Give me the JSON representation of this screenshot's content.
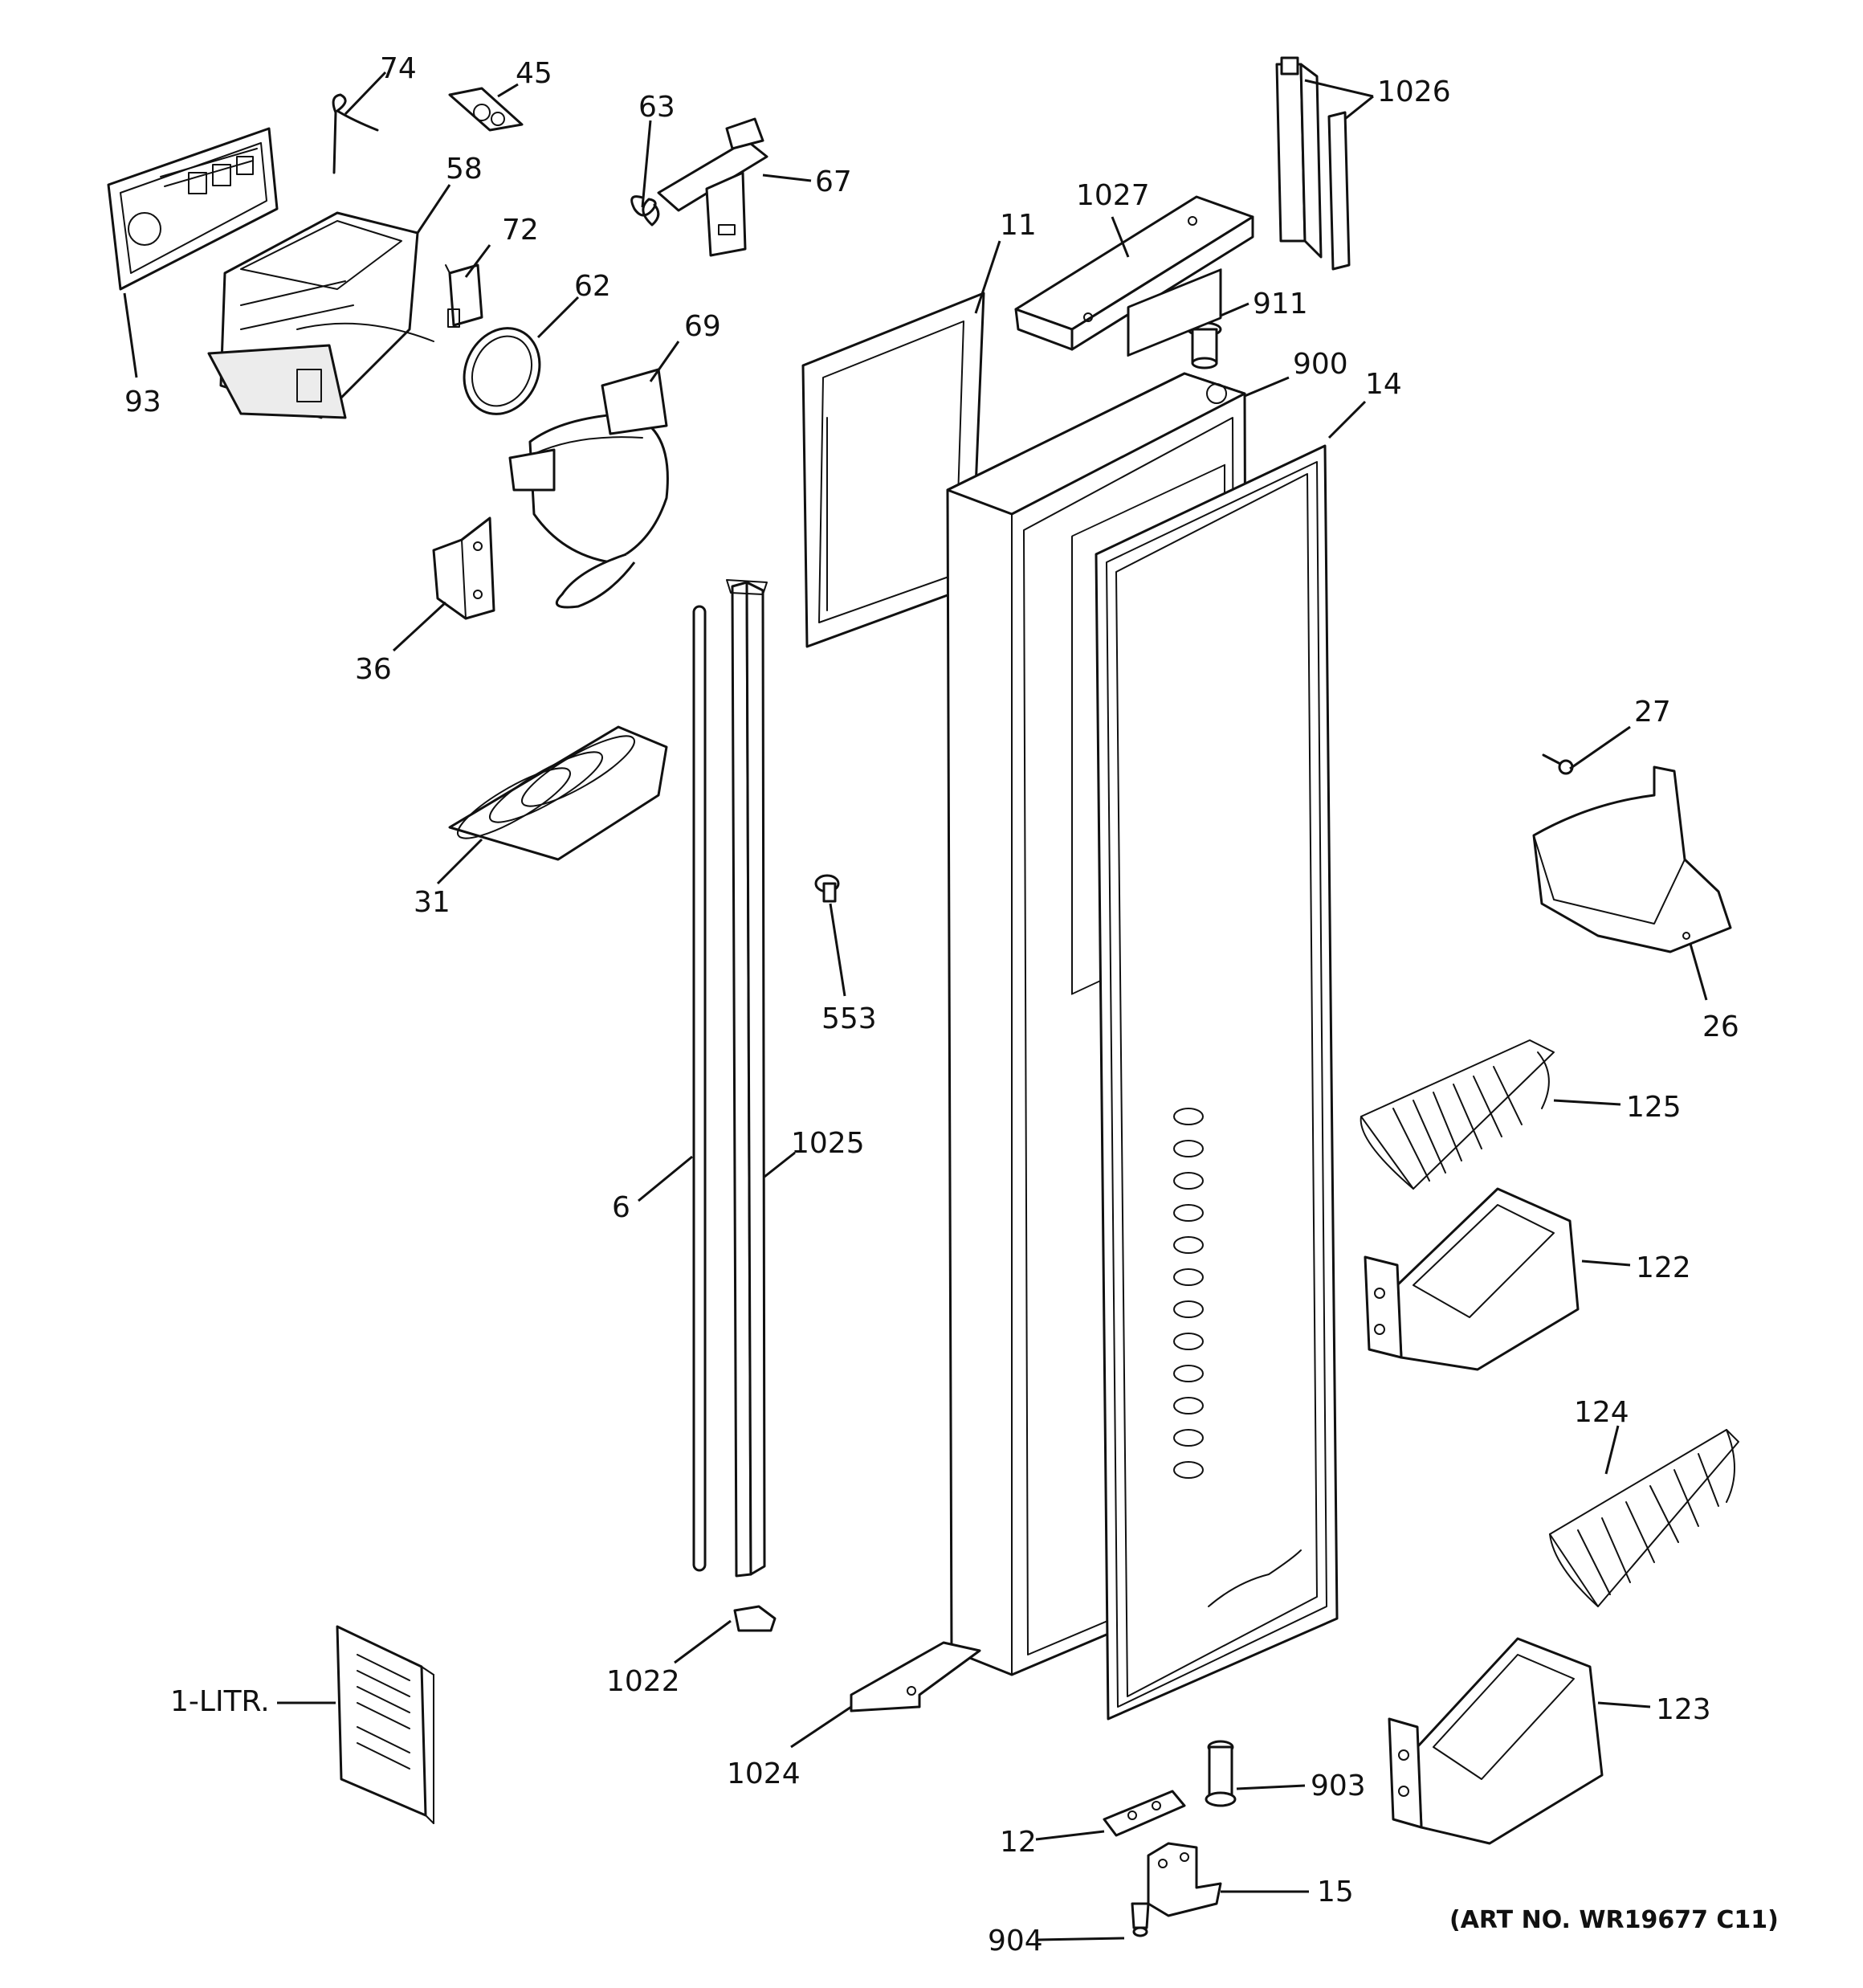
{
  "parts": [
    {
      "id": "74",
      "label": "74"
    },
    {
      "id": "45",
      "label": "45"
    },
    {
      "id": "58",
      "label": "58"
    },
    {
      "id": "93",
      "label": "93"
    },
    {
      "id": "72",
      "label": "72"
    },
    {
      "id": "62",
      "label": "62"
    },
    {
      "id": "63",
      "label": "63"
    },
    {
      "id": "67",
      "label": "67"
    },
    {
      "id": "69",
      "label": "69"
    },
    {
      "id": "36",
      "label": "36"
    },
    {
      "id": "31",
      "label": "31"
    },
    {
      "id": "11",
      "label": "11"
    },
    {
      "id": "1027",
      "label": "1027"
    },
    {
      "id": "1026",
      "label": "1026"
    },
    {
      "id": "911",
      "label": "911"
    },
    {
      "id": "900",
      "label": "900"
    },
    {
      "id": "14",
      "label": "14"
    },
    {
      "id": "27",
      "label": "27"
    },
    {
      "id": "26",
      "label": "26"
    },
    {
      "id": "125",
      "label": "125"
    },
    {
      "id": "122",
      "label": "122"
    },
    {
      "id": "124",
      "label": "124"
    },
    {
      "id": "123",
      "label": "123"
    },
    {
      "id": "553",
      "label": "553"
    },
    {
      "id": "6",
      "label": "6"
    },
    {
      "id": "1025",
      "label": "1025"
    },
    {
      "id": "1022",
      "label": "1022"
    },
    {
      "id": "1024",
      "label": "1024"
    },
    {
      "id": "1-LITR",
      "label": "1-LITR."
    },
    {
      "id": "903",
      "label": "903"
    },
    {
      "id": "12",
      "label": "12"
    },
    {
      "id": "15",
      "label": "15"
    },
    {
      "id": "904",
      "label": "904"
    }
  ],
  "art_number": "(ART NO. WR19677 C11)"
}
